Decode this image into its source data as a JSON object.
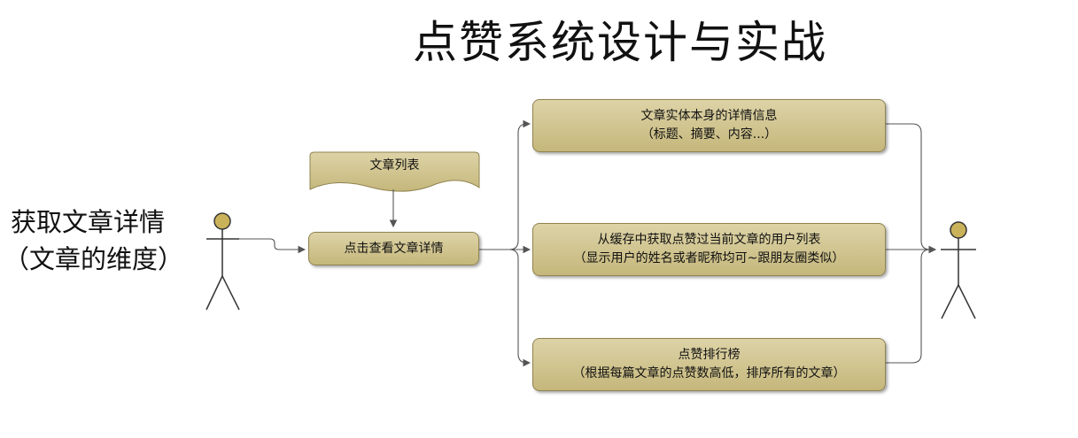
{
  "title": "点赞系统设计与实战",
  "side_label": {
    "line1": "获取文章详情",
    "line2": "（文章的维度）"
  },
  "nodes": {
    "article_list": "文章列表",
    "view_detail": "点击查看文章详情",
    "entity_detail": {
      "line1": "文章实体本身的详情信息",
      "line2": "（标题、摘要、内容...）"
    },
    "like_users": {
      "line1": "从缓存中获取点赞过当前文章的用户列表",
      "line2": "（显示用户的姓名或者昵称均可~跟朋友圈类似）"
    },
    "ranking": {
      "line1": "点赞排行榜",
      "line2": "（根据每篇文章的点赞数高低，排序所有的文章）"
    }
  },
  "colors": {
    "box_fill_top": "#ddd3a7",
    "box_fill_bottom": "#c5b77b",
    "actor_head": "#c9b25a",
    "connector": "#555555"
  }
}
